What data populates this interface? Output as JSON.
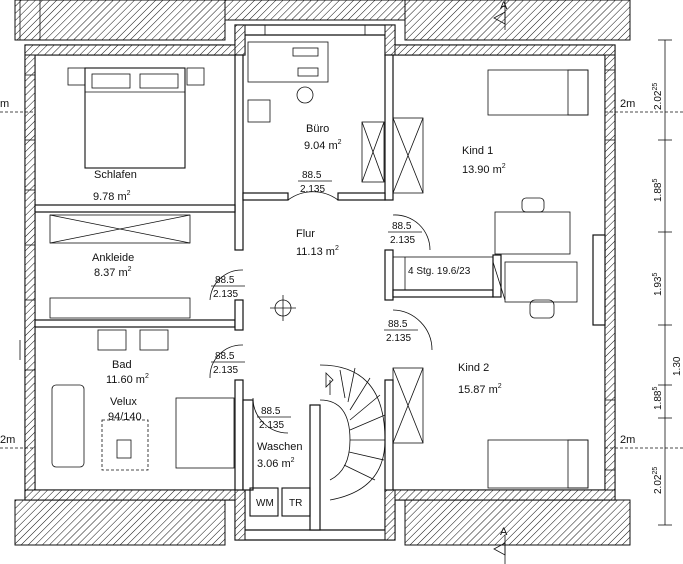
{
  "rooms": {
    "schlafen": {
      "name": "Schlafen",
      "area": "9.78 m",
      "exp": "2"
    },
    "buero": {
      "name": "Büro",
      "area": "9.04 m",
      "exp": "2"
    },
    "kind1": {
      "name": "Kind  1",
      "area": "13.90 m",
      "exp": "2"
    },
    "ankleide": {
      "name": "Ankleide",
      "area": "8.37 m",
      "exp": "2"
    },
    "flur": {
      "name": "Flur",
      "area": "11.13 m",
      "exp": "2"
    },
    "bad": {
      "name": "Bad",
      "area": "11.60 m",
      "exp": "2"
    },
    "kind2": {
      "name": "Kind  2",
      "area": "15.87 m",
      "exp": "2"
    },
    "waschen": {
      "name": "Waschen",
      "area": "3.06 m",
      "exp": "2"
    }
  },
  "doors": [
    {
      "w": "88.5",
      "h": "2.135"
    },
    {
      "w": "88.5",
      "h": "2.135"
    },
    {
      "w": "88.5",
      "h": "2.135"
    },
    {
      "w": "88.5",
      "h": "2.135"
    },
    {
      "w": "88.5",
      "h": "2.135"
    },
    {
      "w": "88.5",
      "h": "2.135"
    }
  ],
  "velux": {
    "line1": "Velux",
    "line2": "94/140"
  },
  "stairs_label": "4 Stg. 19.6/23",
  "appliances": {
    "wm": "WM",
    "tr": "TR"
  },
  "section_marker": "A",
  "level_marks": {
    "left_top": "m",
    "right_top": "2m",
    "left_bottom": "2m",
    "right_bottom": "2m"
  },
  "dimensions": [
    {
      "main": "2.02",
      "sup": "25"
    },
    {
      "main": "1.88",
      "sup": "5"
    },
    {
      "main": "1.93",
      "sup": "5"
    },
    {
      "main": "1.30",
      "sup": ""
    },
    {
      "main": "1.88",
      "sup": "5"
    },
    {
      "main": "2.02",
      "sup": "25"
    }
  ]
}
